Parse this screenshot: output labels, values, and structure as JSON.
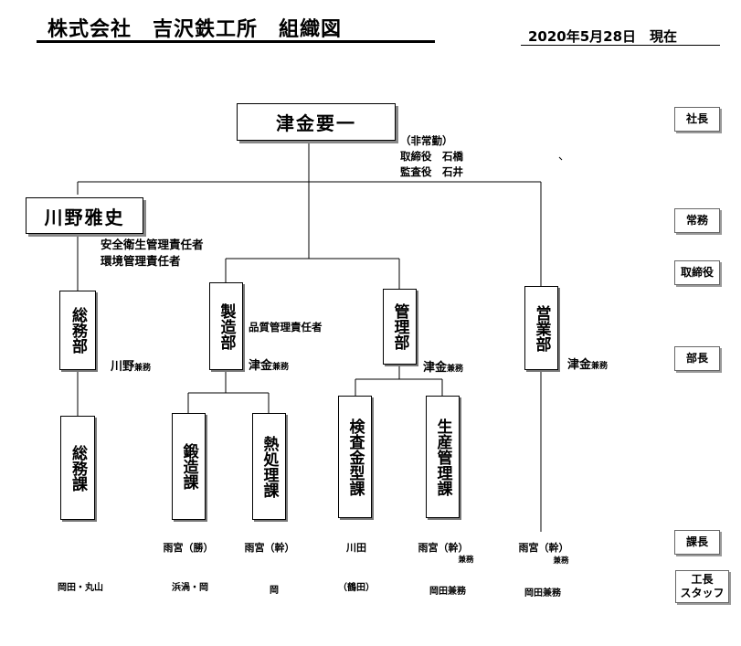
{
  "header": {
    "title": "株式会社　吉沢鉄工所　組織図",
    "date": "2020年5月28日　現在"
  },
  "president": {
    "name": "津金要一",
    "note": "（非常勤）\n取締役　石橋\n監査役　石井"
  },
  "managing": {
    "name": "川野雅史",
    "roles": "安全衛生管理責任者\n環境管理責任者"
  },
  "departments": {
    "somu": {
      "name": "総務部",
      "manager": "川野",
      "suffix": "兼務"
    },
    "seizo": {
      "name": "製造部",
      "manager": "津金",
      "suffix": "兼務",
      "role": "品質管理責任者"
    },
    "kanri": {
      "name": "管理部",
      "manager": "津金",
      "suffix": "兼務"
    },
    "eigyo": {
      "name": "営業部",
      "manager": "津金",
      "suffix": "兼務"
    }
  },
  "sections": {
    "somuka": {
      "name": "総務課",
      "head": "",
      "staff": "岡田・丸山"
    },
    "tanzo": {
      "name": "鍛造課",
      "head": "雨宮（勝）",
      "staff": "浜渦・岡"
    },
    "netsu": {
      "name": "熱処理課",
      "head": "雨宮（幹）",
      "staff": "岡"
    },
    "kensa": {
      "name": "検査金型課",
      "head": "川田",
      "staff": "（鶴田）"
    },
    "seisan": {
      "name": "生産管理課",
      "head": "雨宮（幹）",
      "head_suffix": "兼務",
      "staff": "岡田兼務"
    },
    "eigyo": {
      "head": "雨宮（幹）",
      "head_suffix": "兼務",
      "staff": "岡田兼務"
    }
  },
  "levels": [
    "社長",
    "常務",
    "取締役",
    "部長",
    "課長",
    "工長\nスタッフ"
  ],
  "colors": {
    "line": "#000000",
    "shadow": "#888888"
  }
}
